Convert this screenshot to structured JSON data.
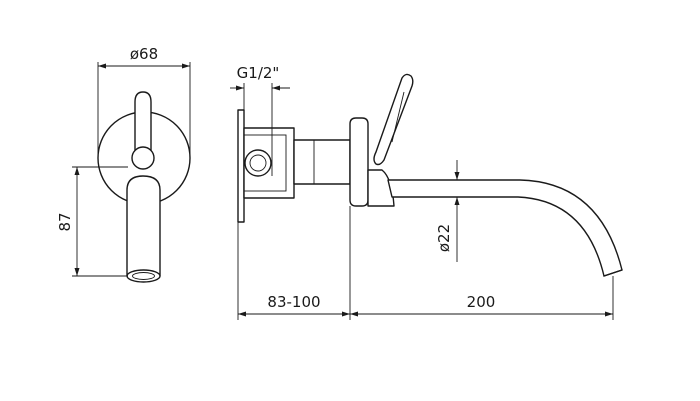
{
  "dimensions": {
    "rosette_diameter": "ø68",
    "height": "87",
    "thread": "G1/2\"",
    "wall_depth": "83-100",
    "spout_length": "200",
    "spout_diameter": "ø22"
  }
}
